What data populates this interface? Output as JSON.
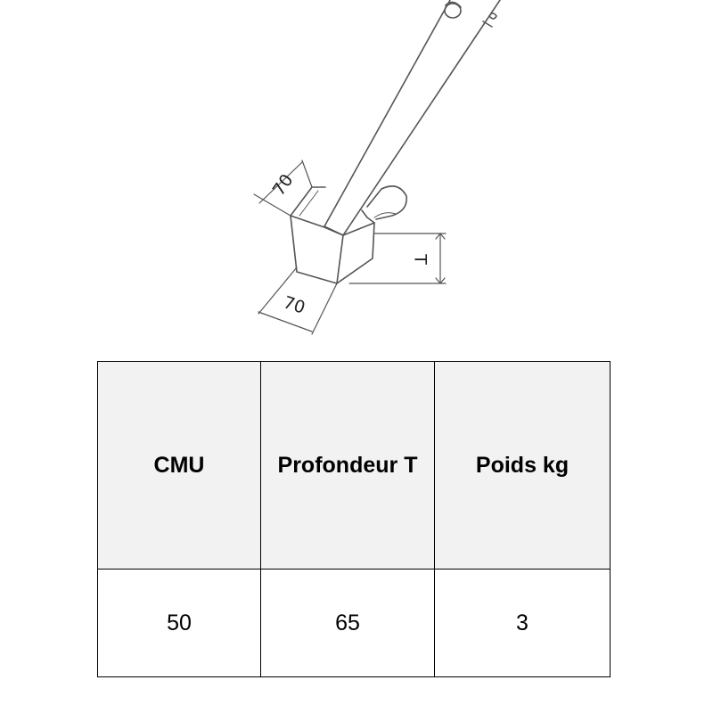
{
  "diagram": {
    "dimension_width": "70",
    "dimension_length": "70",
    "dimension_depth": "T"
  },
  "table": {
    "headers": [
      "CMU",
      "Profondeur T",
      "Poids kg"
    ],
    "rows": [
      [
        "50",
        "65",
        "3"
      ]
    ]
  },
  "colors": {
    "line": "#555555",
    "header_bg": "#f2f2f2",
    "border": "#000000"
  }
}
